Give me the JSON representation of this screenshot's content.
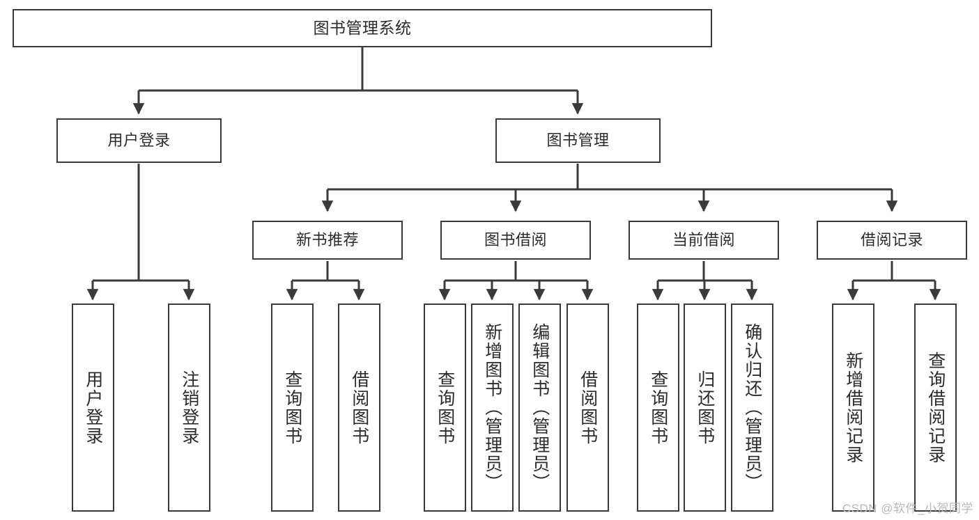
{
  "diagram": {
    "title": "图书管理系统",
    "watermark": "CSDN @软件_小贺同学",
    "line_color": "#3a3a3a",
    "box_fill": "#ffffff",
    "text_color": "#2b2b2b",
    "watermark_color": "#b9b9b9",
    "root": {
      "label": "图书管理系统"
    },
    "level2": [
      {
        "label": "用户登录"
      },
      {
        "label": "图书管理"
      }
    ],
    "level3": [
      {
        "label": "新书推荐"
      },
      {
        "label": "图书借阅"
      },
      {
        "label": "当前借阅"
      },
      {
        "label": "借阅记录"
      }
    ],
    "leaves": {
      "user_login": [
        {
          "label": "用户登录"
        },
        {
          "label": "注销登录"
        }
      ],
      "new_book_recommend": [
        {
          "label": "查询图书"
        },
        {
          "label": "借阅图书"
        }
      ],
      "book_borrow": [
        {
          "label": "查询图书"
        },
        {
          "label": "新增图书（管理员）"
        },
        {
          "label": "编辑图书（管理员）"
        },
        {
          "label": "借阅图书"
        }
      ],
      "current_borrow": [
        {
          "label": "查询图书"
        },
        {
          "label": "归还图书"
        },
        {
          "label": "确认归还（管理员）"
        }
      ],
      "borrow_record": [
        {
          "label": "新增借阅记录"
        },
        {
          "label": "查询借阅记录"
        }
      ]
    }
  }
}
